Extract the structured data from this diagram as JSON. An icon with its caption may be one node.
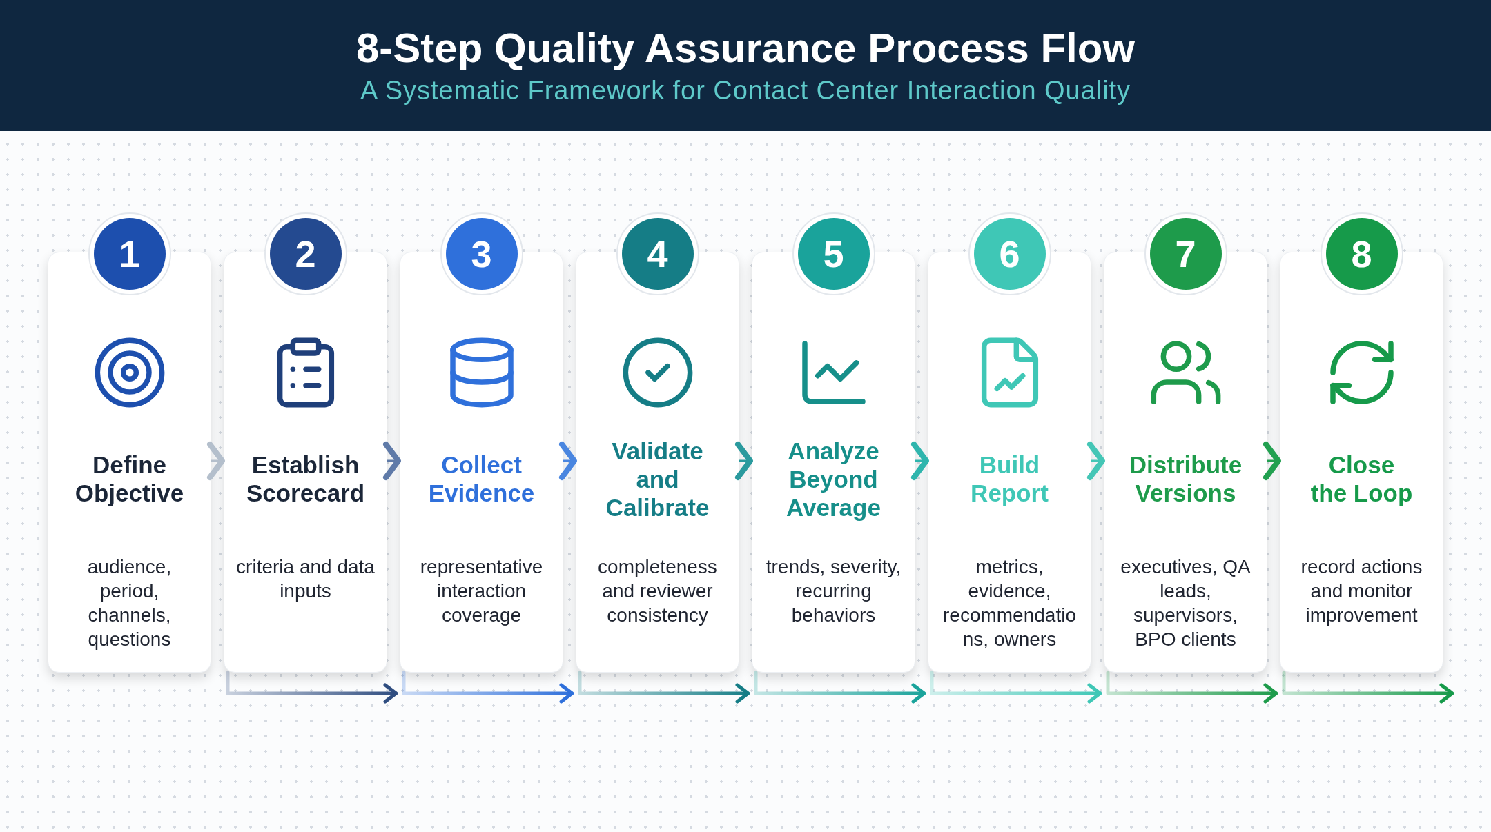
{
  "diagram": {
    "title": "8-Step Quality Assurance Process Flow",
    "caption": "A Systematic Framework for Contact Center Interaction Quality",
    "nodes": [
      {
        "text": [
          "1"
        ]
      },
      {
        "text": [
          "Define Objective",
          "audience, period, channels, questions"
        ]
      },
      {
        "text": [
          "2"
        ]
      },
      {
        "text": [
          "Establish Scorecard",
          "criteria and data inputs"
        ]
      },
      {
        "text": [
          "3"
        ]
      },
      {
        "text": [
          "Collect Evidence",
          "representative interaction coverage"
        ]
      },
      {
        "text": [
          "4"
        ]
      },
      {
        "text": [
          "Validate and Calibrate",
          "completeness and reviewer consistency"
        ]
      },
      {
        "text": [
          "5"
        ]
      },
      {
        "text": [
          "Analyze Beyond Average",
          "trends, severity, recurring behaviors"
        ]
      },
      {
        "text": [
          "6"
        ]
      },
      {
        "text": [
          "Build Report",
          "metrics, evidence, recommendations, owners"
        ]
      },
      {
        "text": [
          "7"
        ]
      },
      {
        "text": [
          "Distribute Versions",
          "executives, QA leads, supervisors, BPO clients"
        ]
      },
      {
        "text": [
          "8"
        ]
      },
      {
        "text": [
          "Close the Loop",
          "record actions and monitor improvement"
        ]
      }
    ],
    "edges": [
      {
        "from": 1,
        "to": 3,
        "arrow": "to",
        "color": "#b4bfcc"
      },
      {
        "from": 3,
        "to": 5,
        "arrow": "to",
        "color": "#5f7aa8"
      },
      {
        "from": 5,
        "to": 7,
        "arrow": "to",
        "color": "#4a86e0"
      },
      {
        "from": 7,
        "to": 9,
        "arrow": "to",
        "color": "#2a9a9e"
      },
      {
        "from": 9,
        "to": 11,
        "arrow": "to",
        "color": "#2fb5ad"
      },
      {
        "from": 11,
        "to": 13,
        "arrow": "to",
        "color": "#45c6b6"
      },
      {
        "from": 13,
        "to": 15,
        "arrow": "to",
        "color": "#22a050"
      },
      {
        "from": 3,
        "to": 5,
        "arrow": "to",
        "color": "#2f4d80"
      },
      {
        "from": 5,
        "to": 7,
        "arrow": "to",
        "color": "#2f70db"
      },
      {
        "from": 7,
        "to": 9,
        "arrow": "to",
        "color": "#157d86"
      },
      {
        "from": 9,
        "to": 11,
        "arrow": "to",
        "color": "#1aa39b"
      },
      {
        "from": 11,
        "to": 13,
        "arrow": "to",
        "color": "#3fc7b6"
      },
      {
        "from": 13,
        "to": 15,
        "arrow": "to",
        "color": "#1e9b4b"
      },
      {
        "from": 15,
        "to": null,
        "arrow": "to",
        "color": "#169a4a"
      }
    ]
  }
}
